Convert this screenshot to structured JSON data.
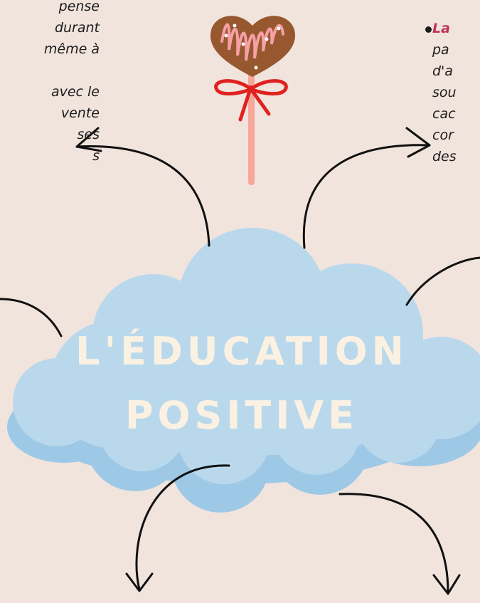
{
  "left_text": [
    "pense",
    "durant",
    "même à",
    "",
    "avec le",
    "vente",
    "ses",
    "s"
  ],
  "right_text": {
    "head": "La",
    "lines": [
      "pa",
      "d'a",
      "sou",
      "cac",
      "cor",
      "des"
    ]
  },
  "title": {
    "line1": "L'ÉDUCATION",
    "line2": "POSITIVE"
  },
  "colors": {
    "background": "#f1e4dd",
    "cloud": "#b9d8ec",
    "cloud_shadow": "#9ec9e6",
    "title": "#fbf1e2",
    "accent": "#c0325a"
  }
}
